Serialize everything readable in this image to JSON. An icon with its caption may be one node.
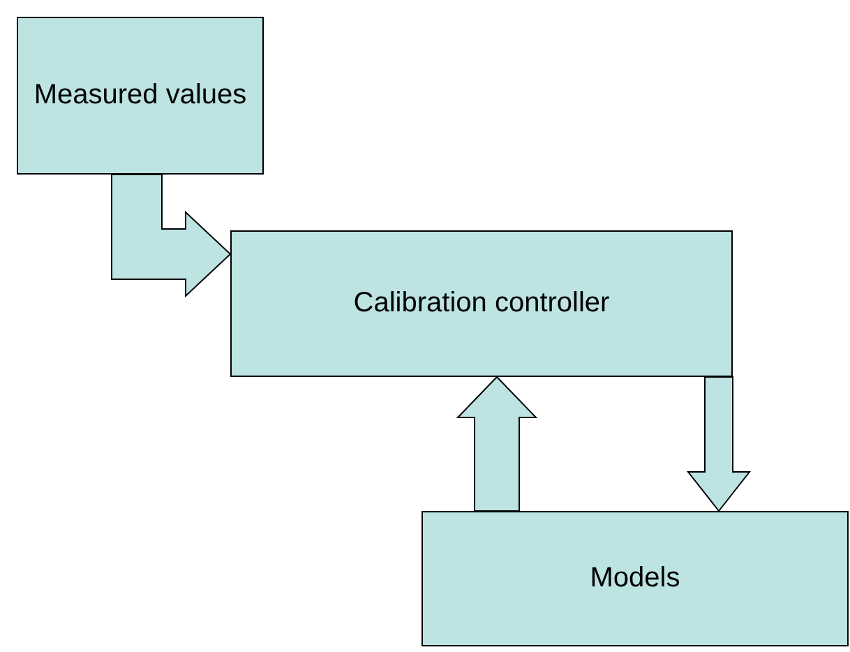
{
  "diagram": {
    "nodes": [
      {
        "text": [
          "Measured values"
        ]
      },
      {
        "text": [
          "Calibration controller"
        ]
      },
      {
        "text": [
          "Models"
        ]
      }
    ],
    "edges": [
      {
        "from": 0,
        "to": 1,
        "arrow": "to"
      },
      {
        "from": 2,
        "to": 1,
        "arrow": "to"
      },
      {
        "from": 1,
        "to": 2,
        "arrow": "to"
      }
    ]
  }
}
